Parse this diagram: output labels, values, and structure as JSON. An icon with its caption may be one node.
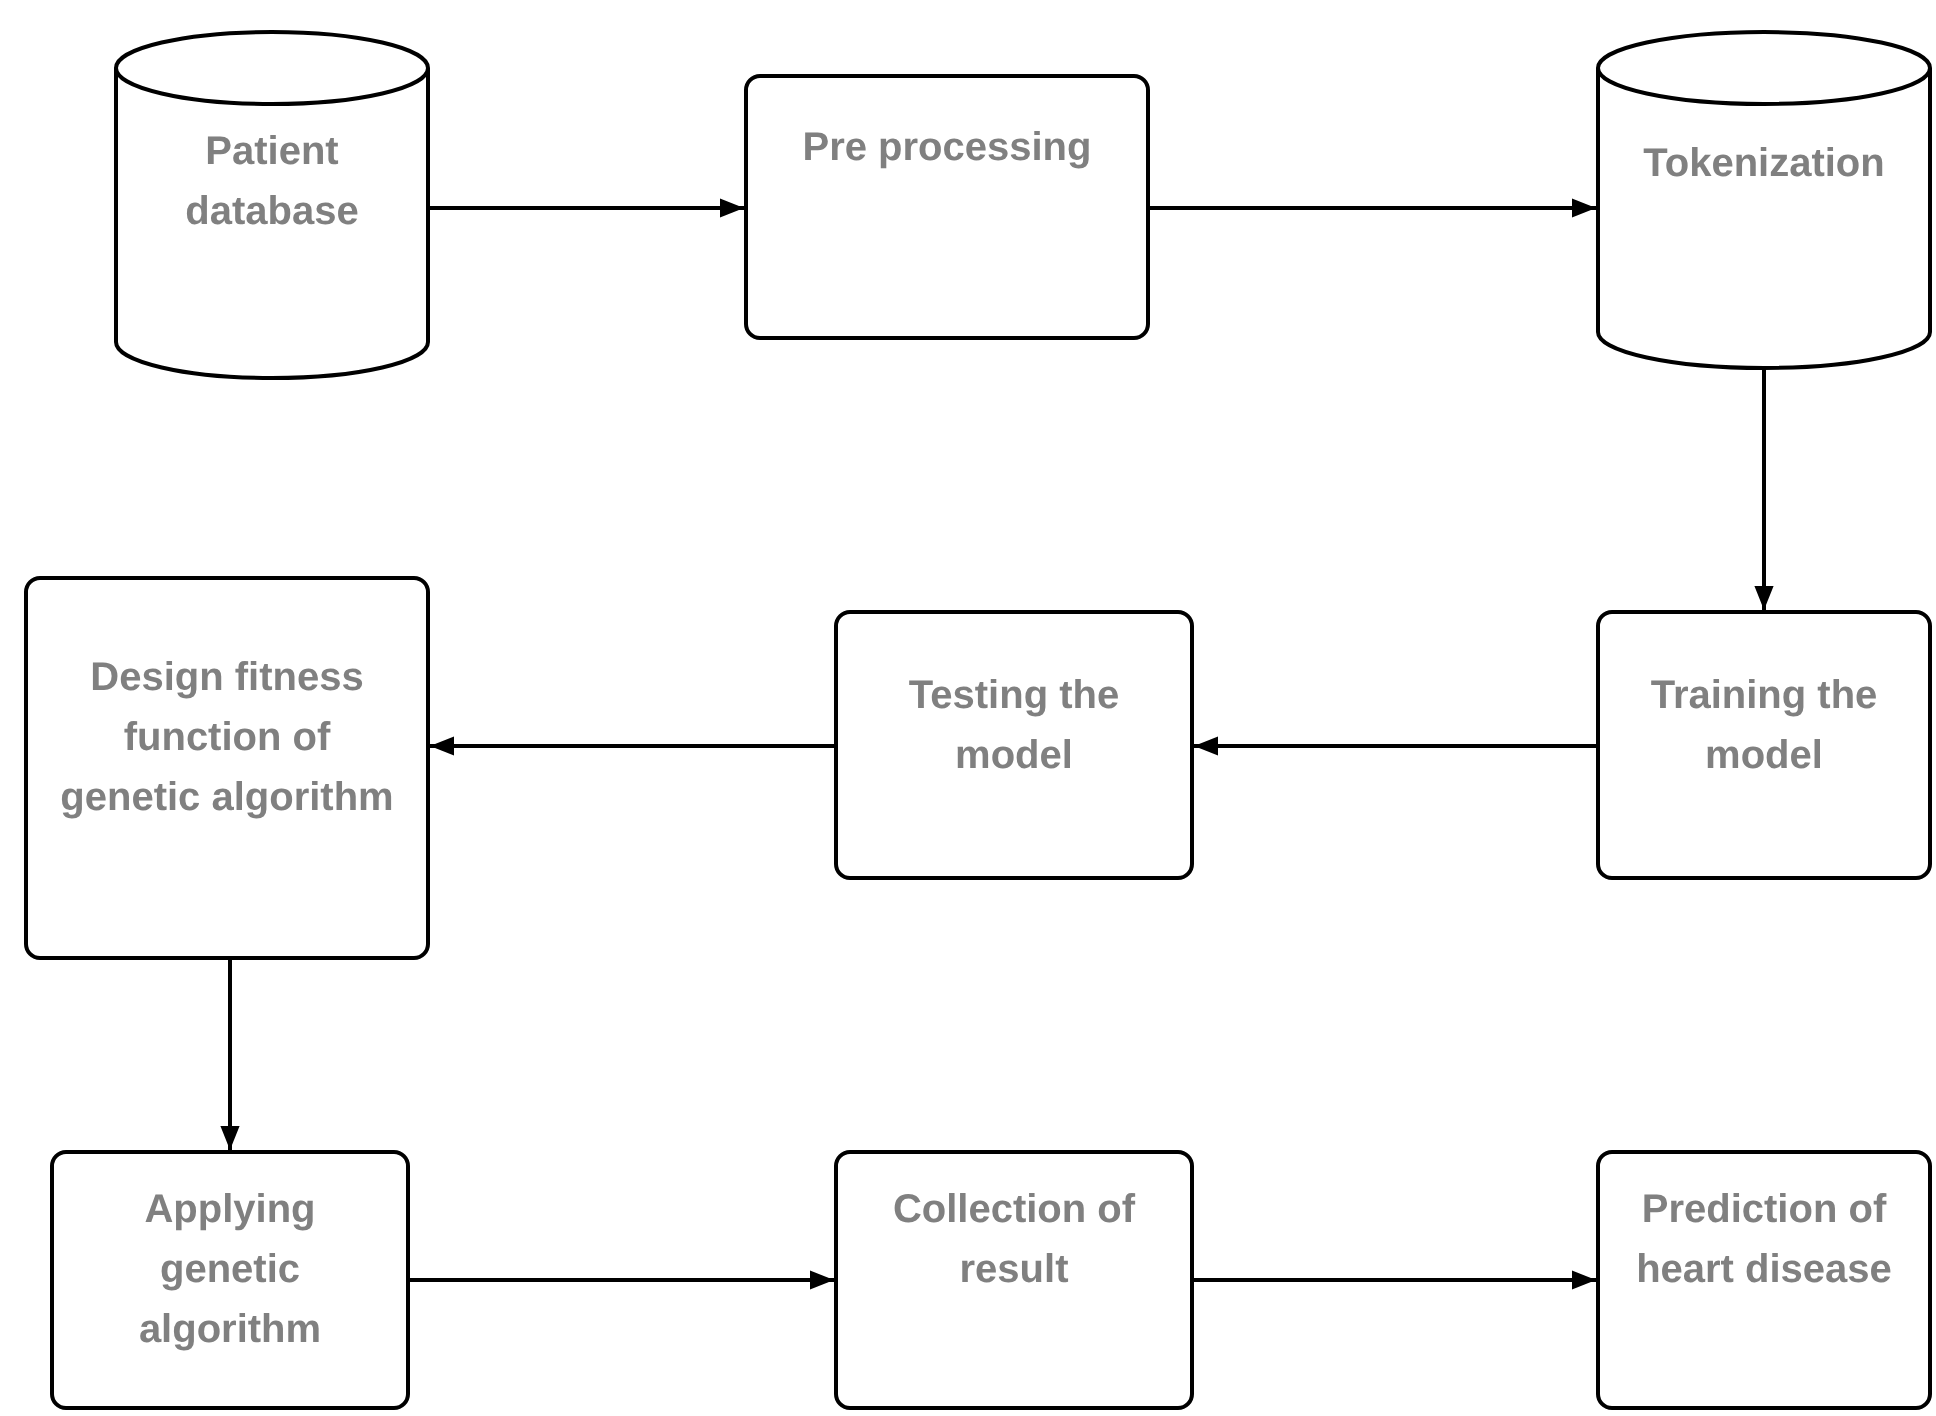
{
  "diagram": {
    "nodes": [
      {
        "text": [
          "Patient database"
        ]
      },
      {
        "text": [
          "Pre processing"
        ]
      },
      {
        "text": [
          "Tokenization"
        ]
      },
      {
        "text": [
          "Training the model"
        ]
      },
      {
        "text": [
          "Testing the model"
        ]
      },
      {
        "text": [
          "Design fitness function of genetic algorithm"
        ]
      },
      {
        "text": [
          "Applying genetic algorithm"
        ]
      },
      {
        "text": [
          "Collection of result"
        ]
      },
      {
        "text": [
          "Prediction of heart disease"
        ]
      }
    ],
    "edges": [
      {
        "from": 0,
        "to": 1,
        "arrow": "to"
      },
      {
        "from": 1,
        "to": 2,
        "arrow": "to"
      },
      {
        "from": 2,
        "to": 3,
        "arrow": "to"
      },
      {
        "from": 3,
        "to": 4,
        "arrow": "to"
      },
      {
        "from": 4,
        "to": 5,
        "arrow": "to"
      },
      {
        "from": 5,
        "to": 6,
        "arrow": "to"
      },
      {
        "from": 6,
        "to": 7,
        "arrow": "to"
      },
      {
        "from": 7,
        "to": 8,
        "arrow": "to"
      }
    ]
  }
}
